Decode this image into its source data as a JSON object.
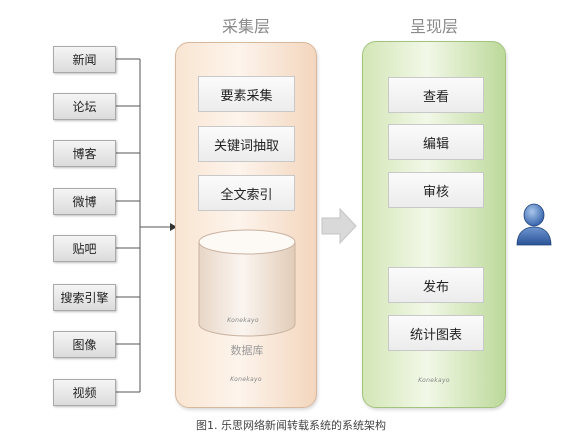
{
  "sources": [
    "新闻",
    "论坛",
    "博客",
    "微博",
    "贴吧",
    "搜索引擎",
    "图像",
    "视频"
  ],
  "collection_layer": {
    "title": "采集层",
    "modules": [
      "要素采集",
      "关键词抽取",
      "全文索引"
    ],
    "database_label": "数据库",
    "watermark": "Konekayo"
  },
  "presentation_layer": {
    "title": "呈现层",
    "modules": [
      "查看",
      "编辑",
      "审核",
      "发布",
      "统计图表"
    ],
    "watermark": "Konekayo"
  },
  "caption": "图1. 乐思网络新闻转载系统的系统架构",
  "colors": {
    "collection_panel": "#f9e5d2",
    "presentation_panel": "#d3e6b6",
    "user_icon": "#3d6db4",
    "arrow": "#d9d9d9"
  },
  "icons": {
    "big_arrow": "right-arrow-icon",
    "user": "user-icon"
  }
}
